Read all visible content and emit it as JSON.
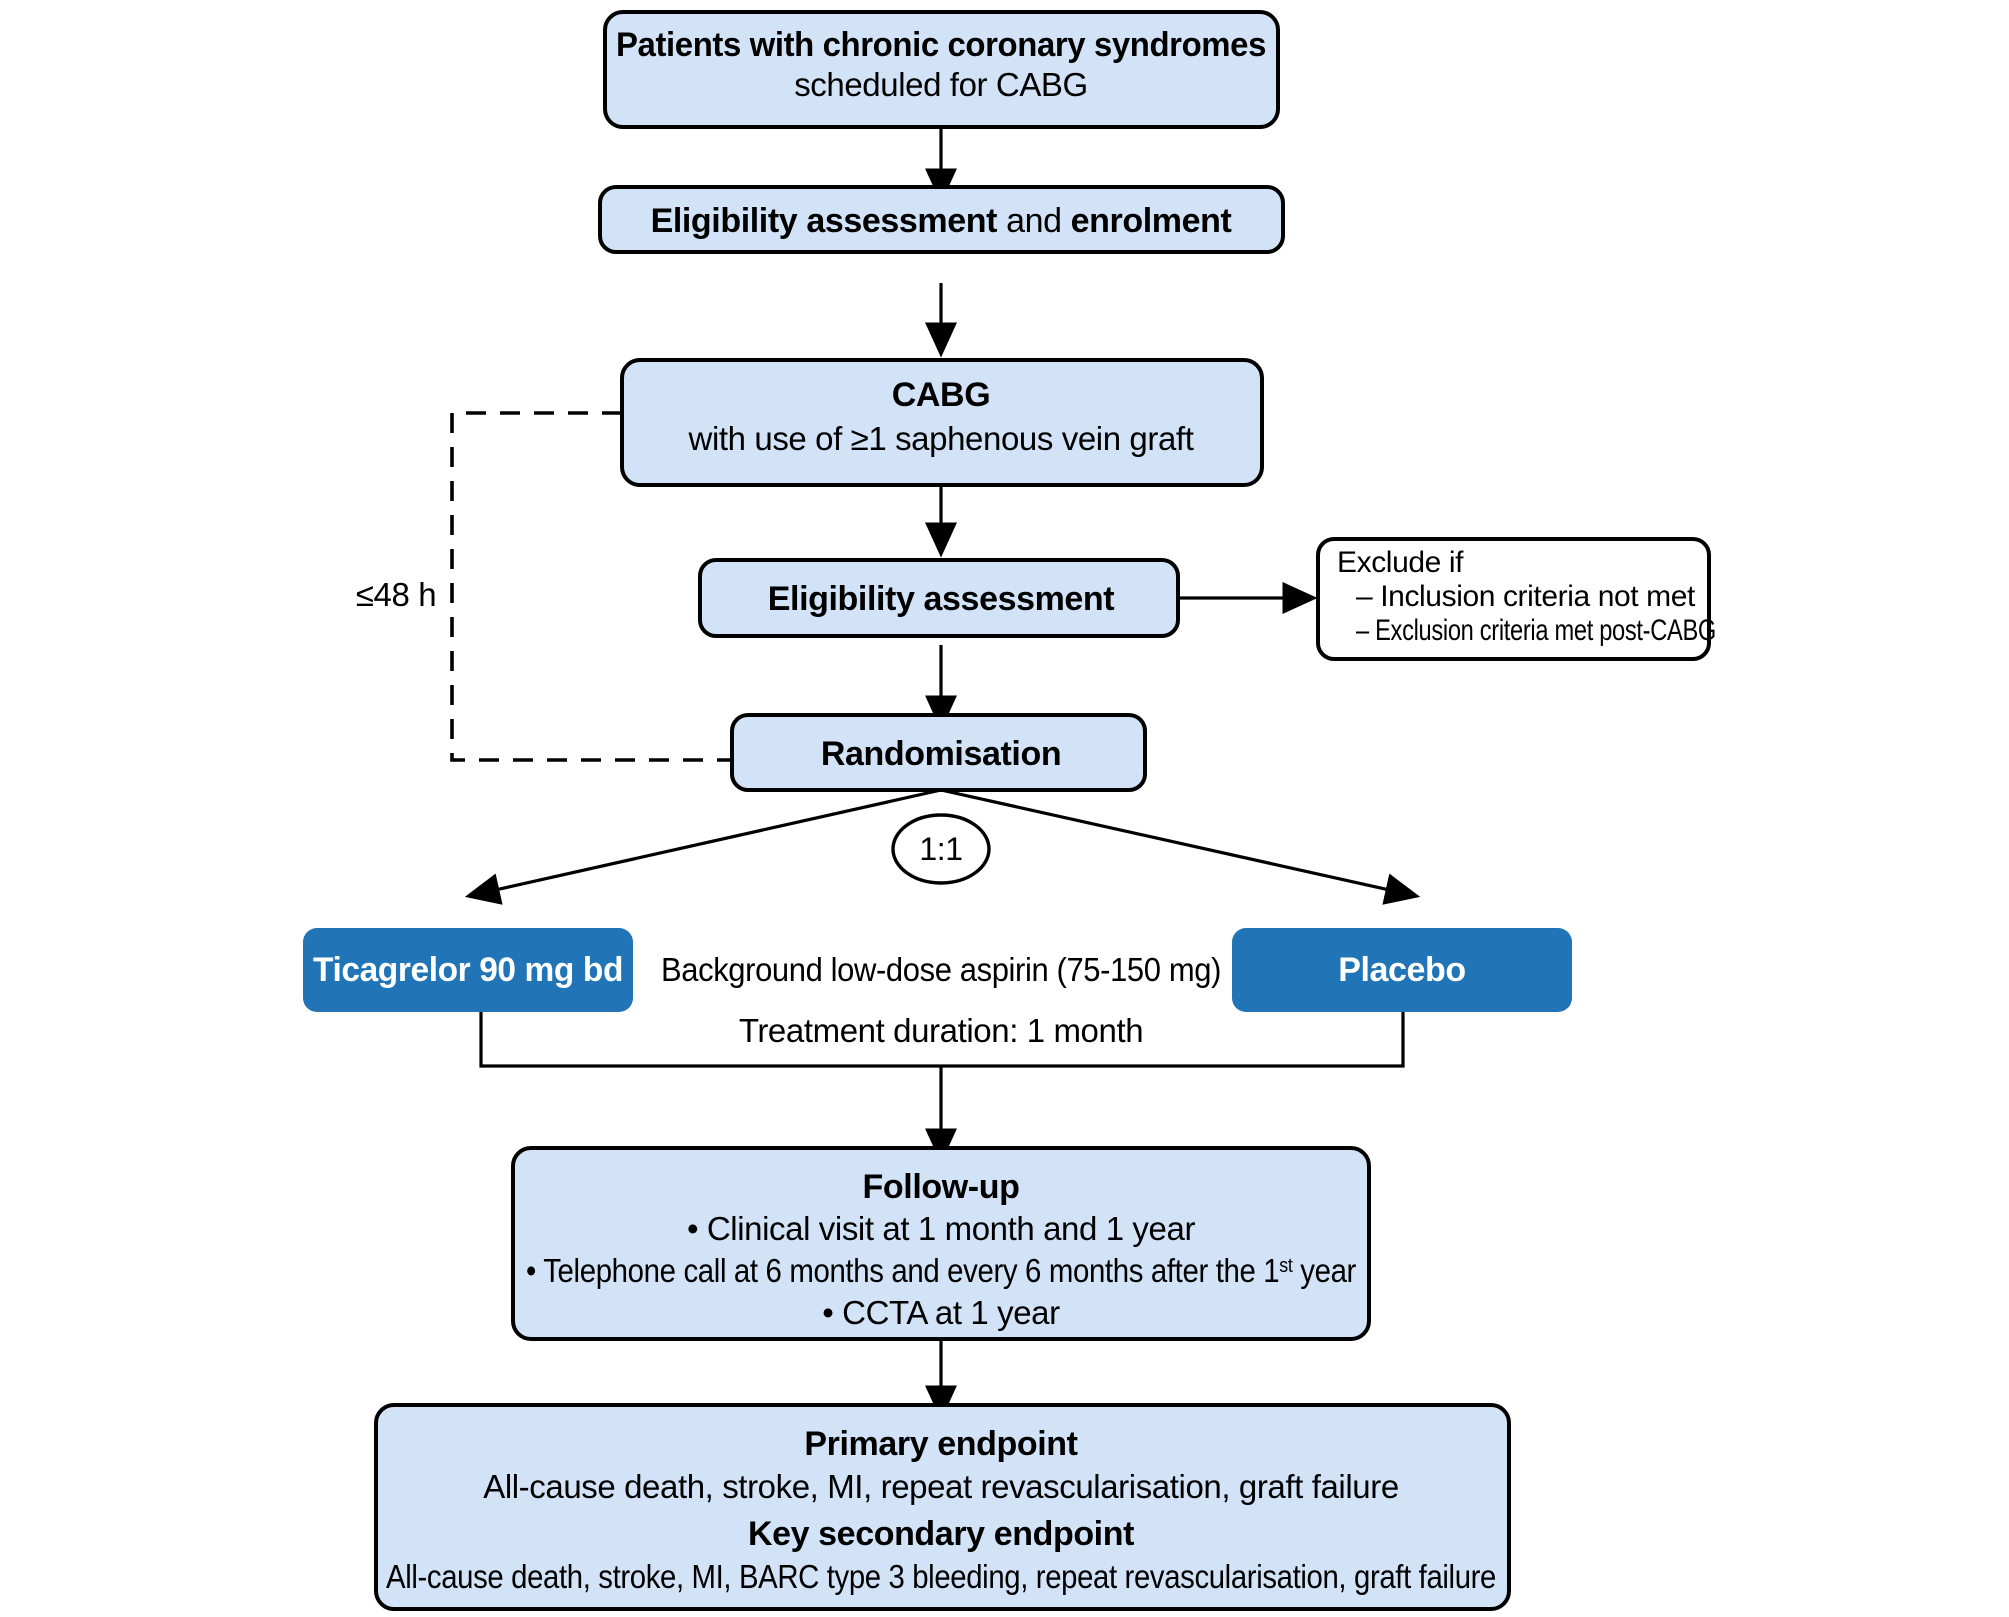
{
  "diagram": {
    "title": "CABG randomised trial flow diagram",
    "colors": {
      "box_fill": "#d2e3f7",
      "box_stroke": "#000000",
      "arm_fill": "#2175b6",
      "arm_text": "#ffffff",
      "background": "#ffffff"
    }
  },
  "nodes": {
    "patients": {
      "line1": "Patients with chronic coronary syndromes",
      "line2": "scheduled for CABG"
    },
    "eligibility_enrolment": {
      "part1": "Eligibility assessment",
      "part2": " and ",
      "part3": "enrolment"
    },
    "cabg": {
      "line1": "CABG",
      "line2": "with use of ≥1 saphenous vein graft"
    },
    "eligibility_assessment": {
      "label": "Eligibility assessment"
    },
    "exclude": {
      "heading": "Exclude if",
      "items": [
        "– Inclusion criteria not met",
        "– Exclusion criteria met post-CABG"
      ]
    },
    "randomisation": {
      "label": "Randomisation"
    },
    "ratio": {
      "label": "1:1"
    },
    "arm_ticagrelor": {
      "label": "Ticagrelor 90 mg bd"
    },
    "arm_placebo": {
      "label": "Placebo"
    },
    "background_therapy": {
      "label": "Background low-dose aspirin (75-150 mg)"
    },
    "treatment_duration": {
      "label": "Treatment duration: 1 month"
    },
    "followup": {
      "heading": "Follow-up",
      "items": [
        "• Clinical visit at 1 month and 1 year",
        "• Telephone call at 6 months and every 6 months after the 1",
        "• CCTA at 1 year"
      ],
      "item2_sup": "st",
      "item2_tail": " year"
    },
    "endpoints": {
      "primary_heading": "Primary endpoint",
      "primary_text": "All-cause death, stroke, MI, repeat revascularisation, graft failure",
      "secondary_heading": "Key secondary endpoint",
      "secondary_text": "All-cause death, stroke, MI, BARC type 3 bleeding, repeat revascularisation, graft failure"
    }
  },
  "edges": {
    "time_window": {
      "label": "≤48 h"
    }
  }
}
